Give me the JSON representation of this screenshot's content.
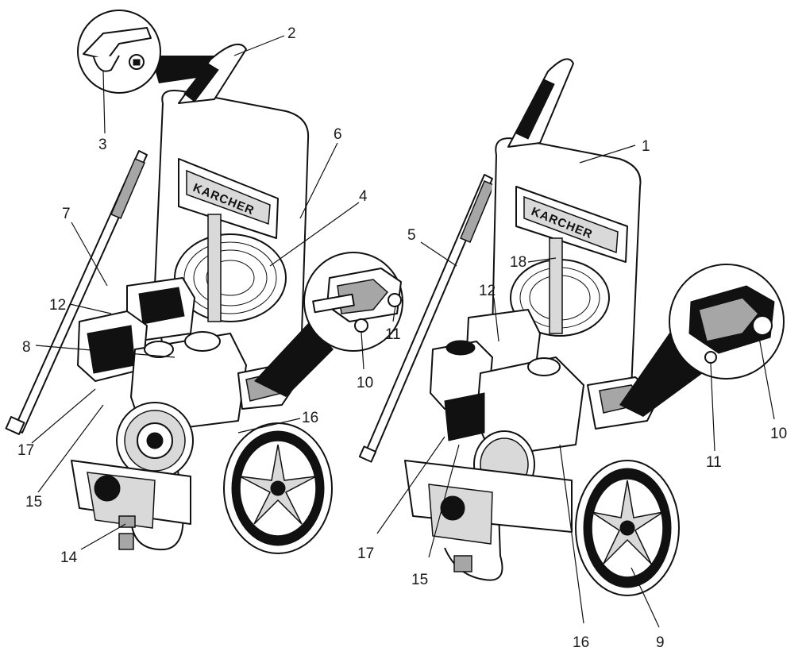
{
  "brand_logo": "KARCHER",
  "left_view": {
    "callouts": [
      "2",
      "3",
      "6",
      "4",
      "7",
      "12",
      "8",
      "11",
      "10",
      "16",
      "17",
      "15",
      "14"
    ]
  },
  "right_view": {
    "callouts": [
      "1",
      "5",
      "18",
      "12",
      "11",
      "10",
      "17",
      "15",
      "16",
      "9"
    ]
  }
}
